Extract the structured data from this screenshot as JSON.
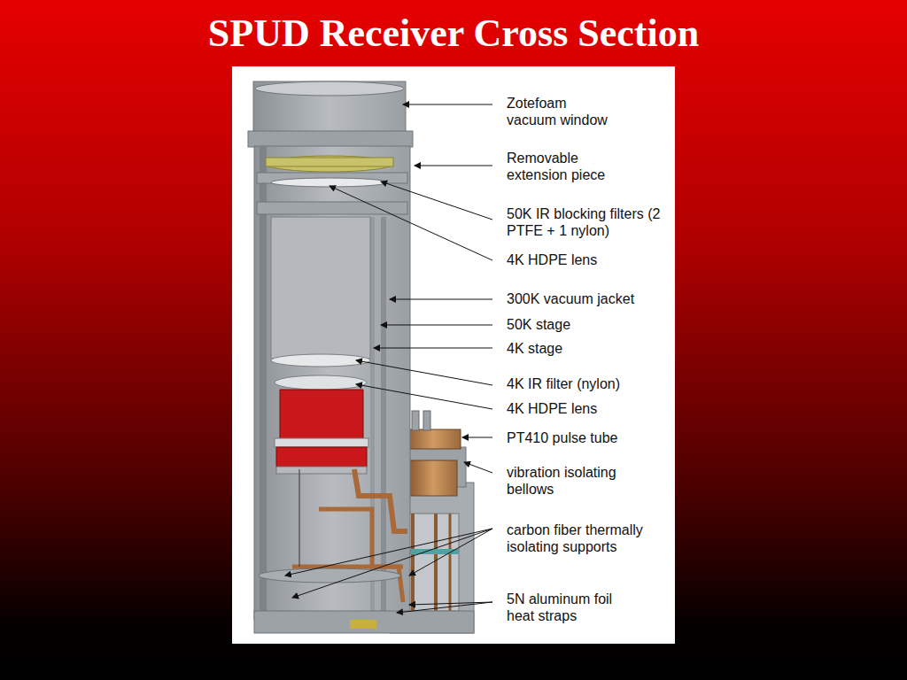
{
  "diagram": {
    "title": "SPUD Receiver Cross Section",
    "labels": [
      "Zotefoam vacuum window",
      "Removable extension piece",
      "50K IR blocking filters (2 PTFE + 1 nylon)",
      "4K HDPE lens",
      "300K vacuum jacket",
      "50K stage",
      "4K stage",
      "4K IR filter (nylon)",
      "4K HDPE lens",
      "PT410 pulse tube",
      "vibration isolating bellows",
      "carbon fiber thermally isolating supports",
      "5N aluminum foil heat straps"
    ]
  }
}
